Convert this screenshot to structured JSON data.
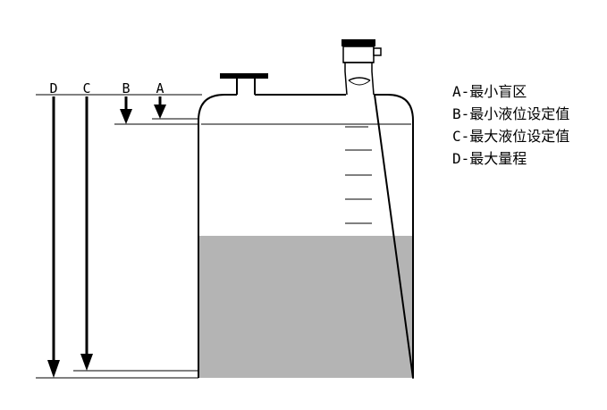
{
  "markers": [
    {
      "letter": "D"
    },
    {
      "letter": "C"
    },
    {
      "letter": "B"
    },
    {
      "letter": "A"
    }
  ],
  "legend": [
    "A-最小盲区",
    "B-最小液位设定值",
    "C-最大液位设定值",
    "D-最大量程"
  ],
  "colors": {
    "stroke": "#000000",
    "liquid": "#b4b4b4",
    "background": "#ffffff"
  },
  "icons": {
    "sensor": "radar-level-sensor-icon",
    "nozzle": "flange-nozzle-icon"
  }
}
